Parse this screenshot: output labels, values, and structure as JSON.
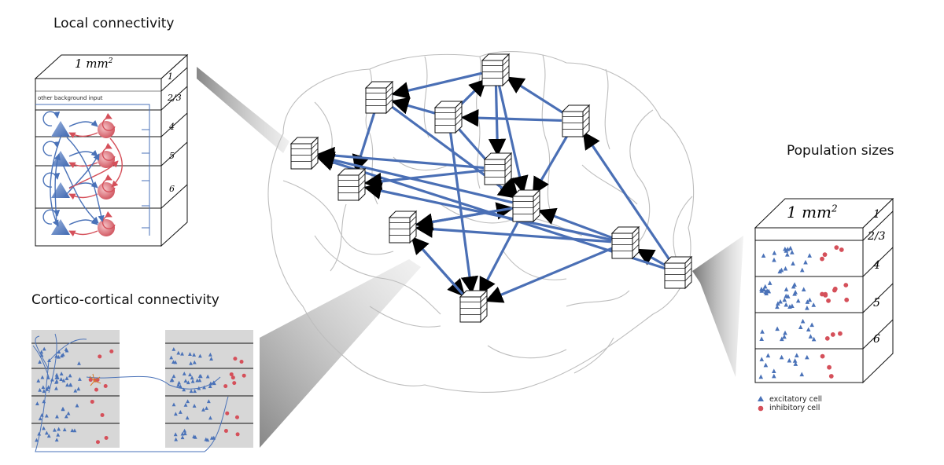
{
  "titles": {
    "local": "Local connectivity",
    "cortico": "Cortico-cortical connectivity",
    "population": "Population sizes"
  },
  "cube_label": "1 mm",
  "cube_label_exp": "2",
  "layers": [
    "1",
    "2/3",
    "4",
    "5",
    "6"
  ],
  "background_input": "other background input",
  "legend": {
    "excitatory": "excitatory cell",
    "inhibitory": "inhibitory cell"
  },
  "colors": {
    "excitatory": "#4a72b8",
    "inhibitory": "#d5505a",
    "connection": "#4a6fb5",
    "brain_outline": "#bdbdbd"
  }
}
